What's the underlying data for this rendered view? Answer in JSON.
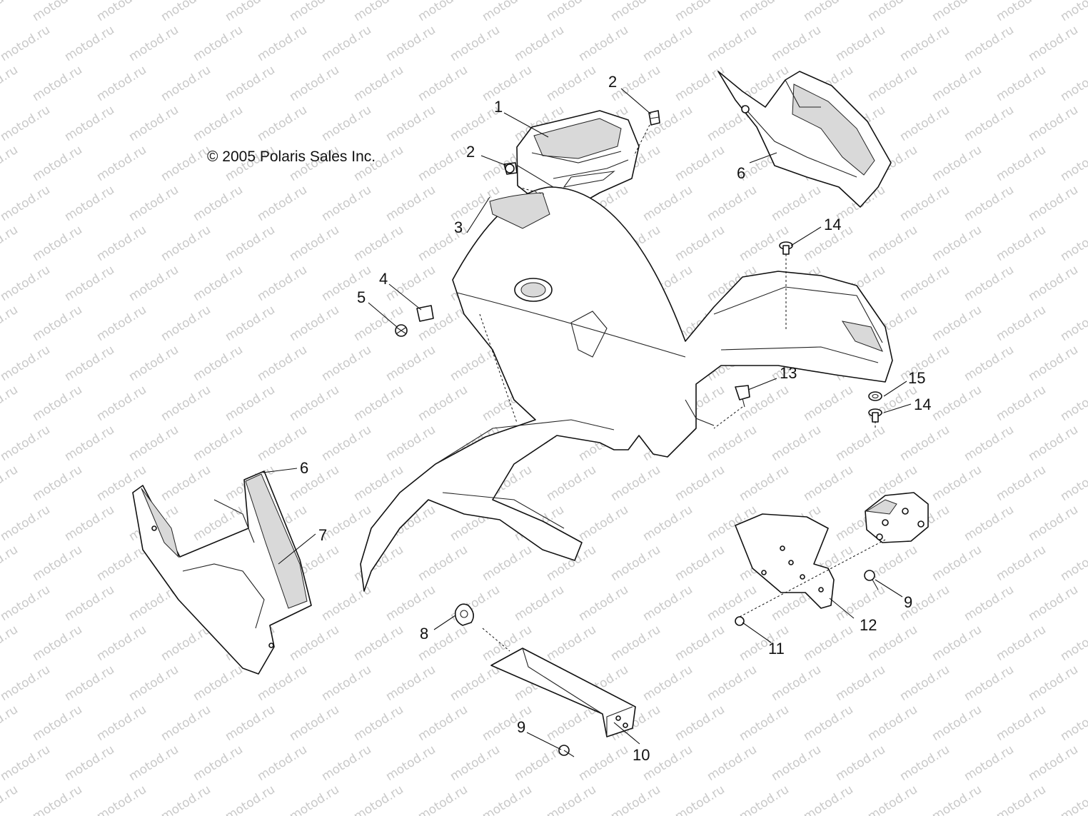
{
  "copyright": "© 2005 Polaris Sales Inc.",
  "watermark": "motod.ru",
  "callouts": [
    {
      "id": "c1",
      "label": "1"
    },
    {
      "id": "c2a",
      "label": "2"
    },
    {
      "id": "c2b",
      "label": "2"
    },
    {
      "id": "c3",
      "label": "3"
    },
    {
      "id": "c4",
      "label": "4"
    },
    {
      "id": "c5",
      "label": "5"
    },
    {
      "id": "c6a",
      "label": "6"
    },
    {
      "id": "c6b",
      "label": "6"
    },
    {
      "id": "c7",
      "label": "7"
    },
    {
      "id": "c8",
      "label": "8"
    },
    {
      "id": "c9a",
      "label": "9"
    },
    {
      "id": "c9b",
      "label": "9"
    },
    {
      "id": "c10",
      "label": "10"
    },
    {
      "id": "c11",
      "label": "11"
    },
    {
      "id": "c12",
      "label": "12"
    },
    {
      "id": "c13",
      "label": "13"
    },
    {
      "id": "c14a",
      "label": "14"
    },
    {
      "id": "c14b",
      "label": "14"
    },
    {
      "id": "c15",
      "label": "15"
    }
  ]
}
